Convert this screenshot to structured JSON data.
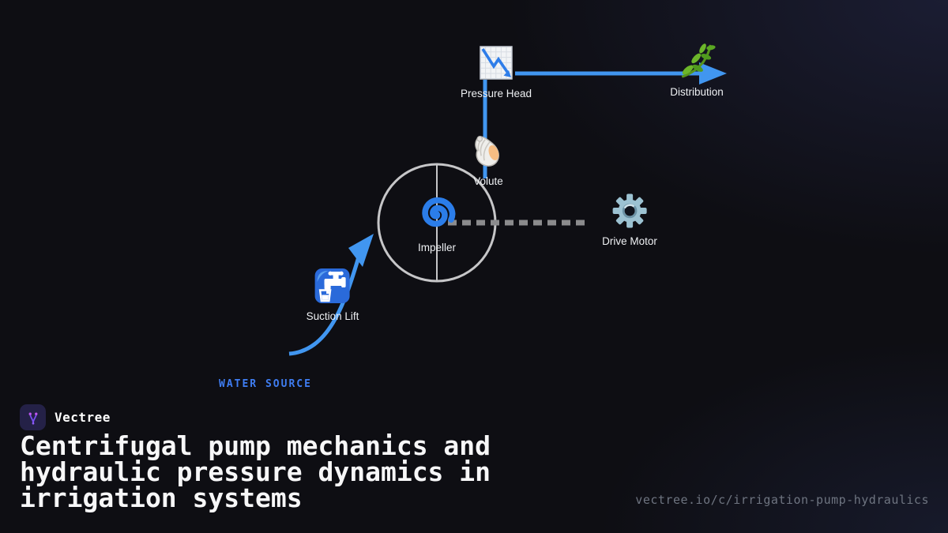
{
  "diagram": {
    "nodes": [
      {
        "id": "pressure-head",
        "label": "Pressure Head",
        "icon": "chart-decreasing-icon"
      },
      {
        "id": "distribution",
        "label": "Distribution",
        "icon": "herb-icon"
      },
      {
        "id": "volute",
        "label": "Volute",
        "icon": "spiral-shell-icon"
      },
      {
        "id": "impeller",
        "label": "Impeller",
        "icon": "cyclone-icon"
      },
      {
        "id": "drive-motor",
        "label": "Drive Motor",
        "icon": "gear-icon"
      },
      {
        "id": "suction-lift",
        "label": "Suction Lift",
        "icon": "potable-water-icon"
      }
    ],
    "annotation": "WATER SOURCE",
    "connectors": [
      {
        "from": "pressure-head",
        "to": "distribution",
        "style": "solid-arrow",
        "color": "#4196f0"
      },
      {
        "from": "volute",
        "to": "pressure-head",
        "style": "solid",
        "color": "#4196f0"
      },
      {
        "from": "impeller",
        "to": "drive-motor",
        "style": "dashed",
        "color": "#8b8b8d"
      },
      {
        "from": "water-source",
        "to": "impeller",
        "style": "curved-arrow",
        "color": "#4196f0"
      },
      {
        "around": "impeller",
        "style": "casing-circle",
        "color": "#c6c6c8"
      }
    ]
  },
  "branding": {
    "name": "Vectree",
    "logo": "vectree-logo"
  },
  "title": "Centrifugal pump mechanics and hydraulic pressure dynamics in irrigation systems",
  "url": "vectree.io/c/irrigation-pump-hydraulics",
  "colors": {
    "background": "#0e0e13",
    "background_accent": "#1b1d33",
    "line_blue": "#4196f0",
    "dash_gray": "#8b8b8d",
    "casing_gray": "#c6c6c8",
    "node_label": "#eef0f3",
    "annotation_blue": "#3f7df2",
    "title_white": "#f7f7f8",
    "url_gray": "#6e7480"
  }
}
